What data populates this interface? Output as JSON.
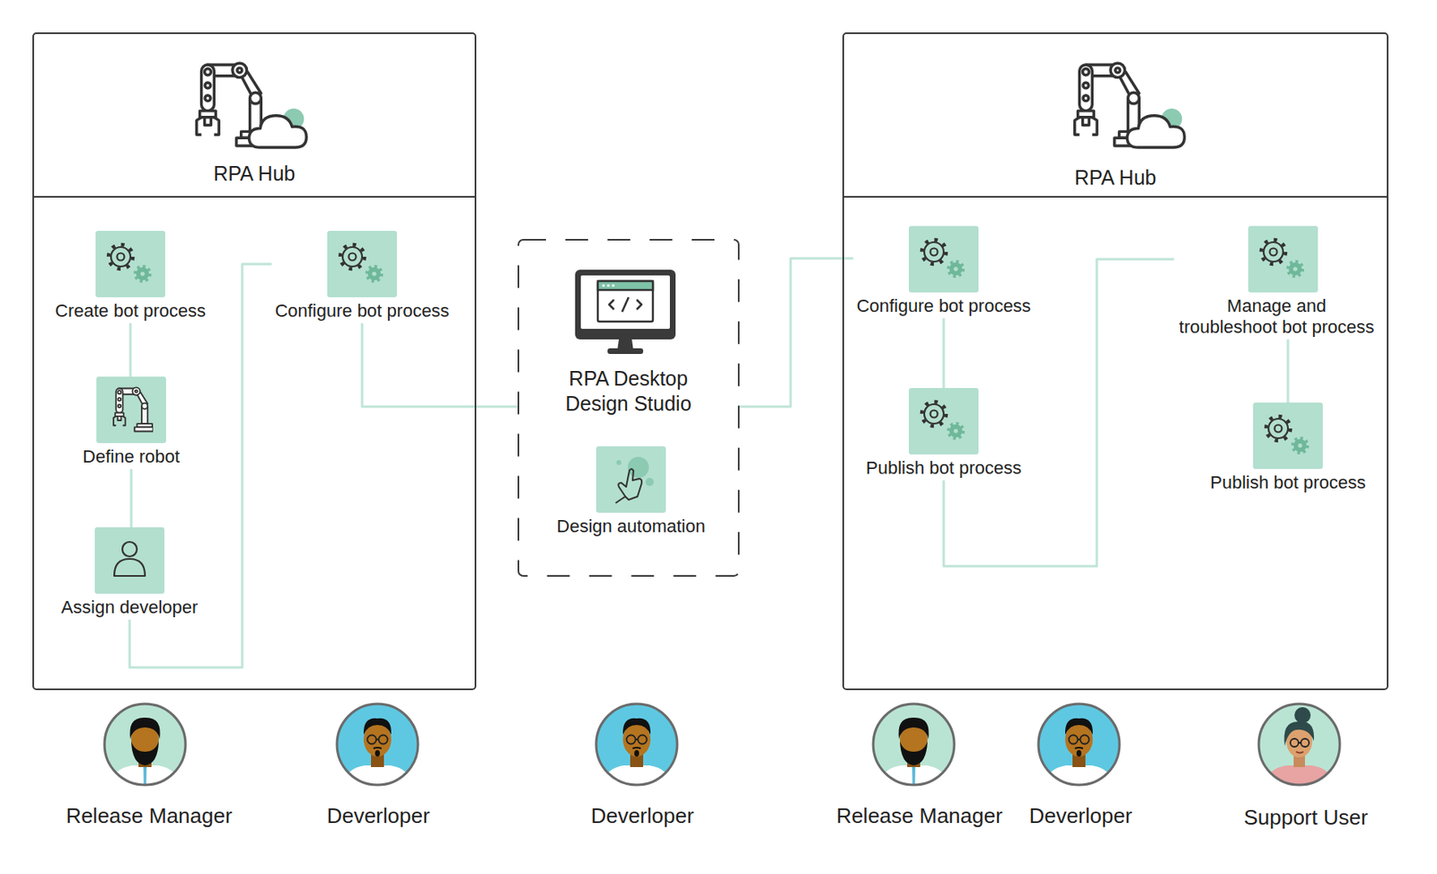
{
  "diagram": {
    "nodes": [
      {
        "text": [
          "RPA Hub"
        ]
      },
      {
        "text": [
          "Create bot process"
        ],
        "in": 0
      },
      {
        "text": [
          "Define robot"
        ],
        "in": 0
      },
      {
        "text": [
          "Assign developer"
        ],
        "in": 0
      },
      {
        "text": [
          "Configure bot process"
        ],
        "in": 0
      },
      {
        "text": [
          "RPA Desktop Design Studio"
        ]
      },
      {
        "text": [
          "Design automation"
        ],
        "in": 5
      },
      {
        "text": [
          "RPA Hub"
        ]
      },
      {
        "text": [
          "Configure bot process"
        ],
        "in": 7
      },
      {
        "text": [
          "Publish bot process"
        ],
        "in": 7
      },
      {
        "text": [
          "Manage and troubleshoot bot process"
        ],
        "in": 7
      },
      {
        "text": [
          "Publish bot process"
        ],
        "in": 7
      }
    ],
    "edges": [
      {
        "from": 1,
        "to": 2,
        "arrow": "none"
      },
      {
        "from": 2,
        "to": 3,
        "arrow": "none"
      },
      {
        "from": 3,
        "to": 4,
        "arrow": "none"
      },
      {
        "from": 4,
        "to": 5,
        "arrow": "none"
      },
      {
        "from": 5,
        "to": 8,
        "arrow": "none"
      },
      {
        "from": 8,
        "to": 9,
        "arrow": "none"
      },
      {
        "from": 9,
        "to": 10,
        "arrow": "none"
      },
      {
        "from": 10,
        "to": 11,
        "arrow": "none"
      }
    ],
    "labels": [
      "Release Manager",
      "Deverloper",
      "Deverloper",
      "Release Manager",
      "Deverloper",
      "Support User"
    ]
  }
}
